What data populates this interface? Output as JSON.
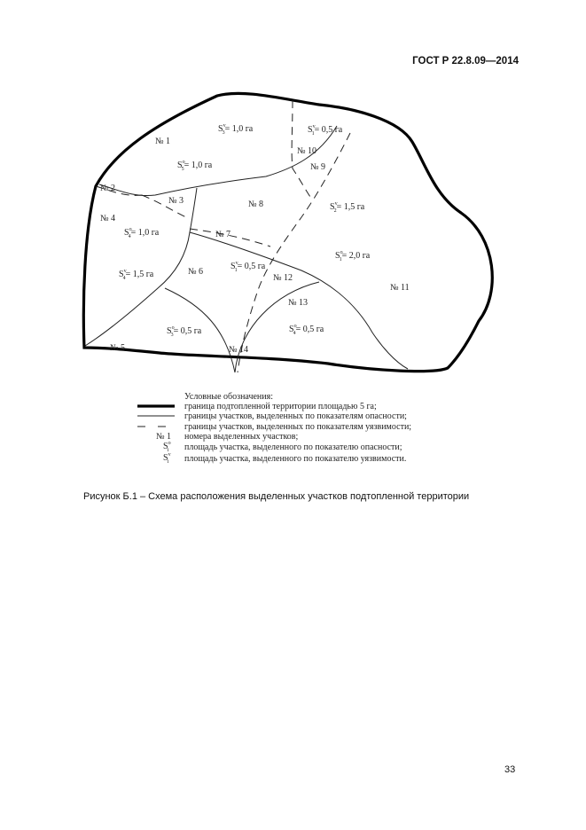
{
  "header": {
    "standard_id": "ГОСТ Р 22.8.09—2014"
  },
  "map": {
    "labels": {
      "n1": "№ 1",
      "n2": "№ 2",
      "n3": "№ 3",
      "n4": "№ 4",
      "n5": "№ 5",
      "n6": "№ 6",
      "n7": "№ 7",
      "n8": "№ 8",
      "n9": "№ 9",
      "n10": "№ 10",
      "n11": "№ 11",
      "n12": "№ 12",
      "n13": "№ 13",
      "n14": "№ 14"
    },
    "areas": [
      {
        "sup": "v",
        "sub": "3",
        "value": "= 1,0 га"
      },
      {
        "sup": "v",
        "sub": "1",
        "value": "= 0,5 га"
      },
      {
        "sup": "o",
        "sub": "5",
        "value": "= 1,0 га"
      },
      {
        "sup": "v",
        "sub": "2",
        "value": "= 1,5 га"
      },
      {
        "sup": "o",
        "sub": "4",
        "value": "= 1,0 га"
      },
      {
        "sup": "v",
        "sub": "4",
        "value": "= 1,5 га"
      },
      {
        "sup": "v",
        "sub": "1",
        "value": "= 0,5 га"
      },
      {
        "sup": "o",
        "sub": "1",
        "value": "= 2,0 га"
      },
      {
        "sup": "o",
        "sub": "3",
        "value": "= 0,5 га"
      },
      {
        "sup": "o",
        "sub": "4",
        "value": "= 0,5 га"
      }
    ]
  },
  "legend": {
    "title": "Условные обозначения:",
    "items": [
      {
        "text": "граница подтопленной территории площадью 5 га;"
      },
      {
        "text": "границы участков, выделенных по показателям опасности;"
      },
      {
        "text": "границы участков, выделенных по показателям уязвимости;"
      },
      {
        "symbol": "№ 1",
        "text": "номера выделенных участков;"
      },
      {
        "symbol_sup": "o",
        "symbol_sub": "i",
        "text": "площадь участка, выделенного по показателю опасности;"
      },
      {
        "symbol_sup": "v",
        "symbol_sub": "i",
        "text": "площадь участка, выделенного по показателю уязвимости."
      }
    ]
  },
  "caption": "Рисунок Б.1 – Схема расположения выделенных участков подтопленной территории",
  "page_number": "33"
}
